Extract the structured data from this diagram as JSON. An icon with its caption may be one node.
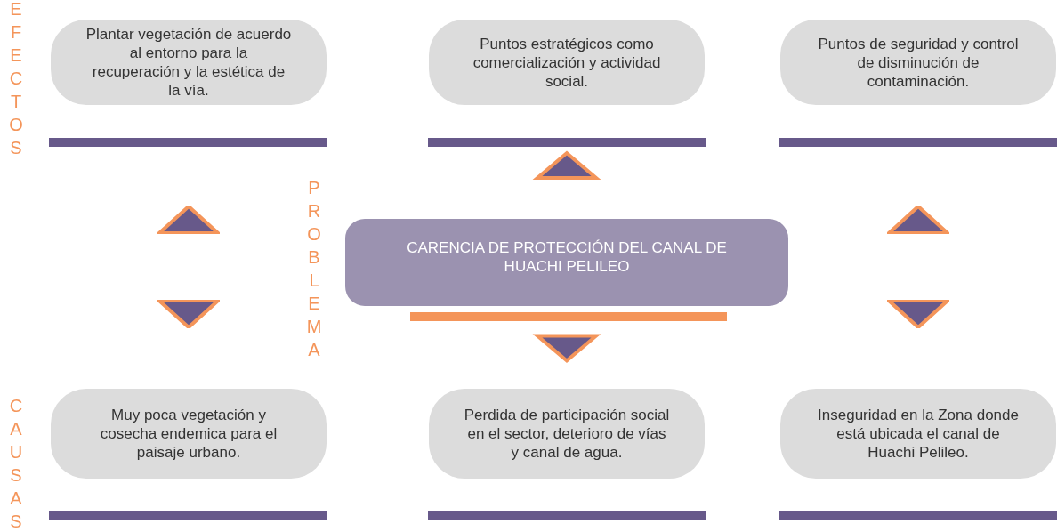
{
  "diagram": {
    "nodes": [
      {
        "text": [
          "Plantar vegetación de acuerdo al entorno para la recuperación y la estética de la vía."
        ]
      },
      {
        "text": [
          "Puntos estratégicos como comercialización y actividad social."
        ]
      },
      {
        "text": [
          "Puntos de seguridad y control de disminución de contaminación."
        ]
      },
      {
        "text": [
          "CARENCIA DE PROTECCIÓN DEL CANAL DE HUACHI PELILEO"
        ]
      },
      {
        "text": [
          "Muy poca vegetación y cosecha endemica para el paisaje urbano."
        ]
      },
      {
        "text": [
          "Perdida de participación social en el sector, deterioro de vías y canal de agua."
        ]
      },
      {
        "text": [
          "Inseguridad en la Zona donde está ubicada el canal de Huachi Pelileo."
        ]
      }
    ],
    "edges": [
      {
        "from": 3,
        "to": 1,
        "arrow": "to"
      },
      {
        "from": 3,
        "to": 5,
        "arrow": "to"
      }
    ],
    "labels": [
      "EFECTOS",
      "PROBLEMA",
      "CAUSAS"
    ]
  }
}
